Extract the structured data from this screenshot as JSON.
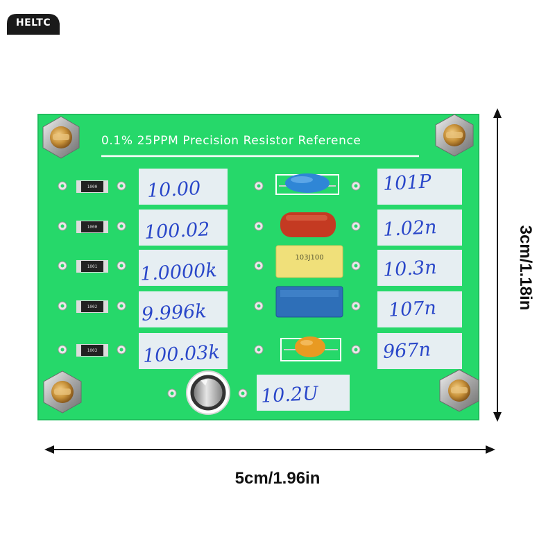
{
  "brand": {
    "logo_text": "HELTC",
    "logo_color": "#1a1a1a"
  },
  "board": {
    "title": "0.1% 25PPM Precision Resistor Reference",
    "pcb_color": "#26d86a",
    "resistors": [
      {
        "code": "1000",
        "label": "10.00"
      },
      {
        "code": "1000",
        "label": "100.02"
      },
      {
        "code": "1001",
        "label": "1.0000k"
      },
      {
        "code": "1002",
        "label": "9.996k"
      },
      {
        "code": "1003",
        "label": "100.03k"
      }
    ],
    "capacitors": [
      {
        "type": "ceramic-blue",
        "label": "101P",
        "color": "#2f86d6"
      },
      {
        "type": "film-red",
        "label": "1.02n",
        "color": "#c43a22"
      },
      {
        "type": "film-yellow",
        "code": "103J100",
        "label": "10.3n",
        "color": "#f0e07a"
      },
      {
        "type": "film-blue",
        "label": "107n",
        "color": "#2e6fb8"
      },
      {
        "type": "tantalum-orange",
        "label": "967n",
        "color": "#e89a22"
      }
    ],
    "electrolytic": {
      "label": "10.2U"
    }
  },
  "dimensions": {
    "width": "5cm/1.96in",
    "height": "3cm/1.18in"
  }
}
